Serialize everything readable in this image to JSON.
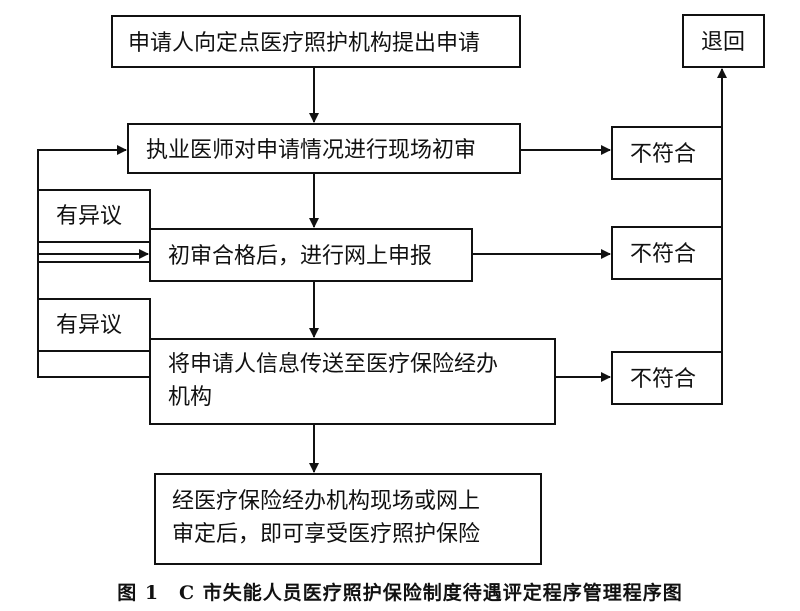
{
  "nodes": {
    "apply": "申请人向定点医疗照护机构提出申请",
    "first_review": "执业医师对申请情况进行现场初审",
    "online_report": "初审合格后，进行网上申报",
    "transfer_line1": "将申请人信息传送至医疗保险经办",
    "transfer_line2": "机构",
    "final_line1": "经医疗保险经办机构现场或网上",
    "final_line2": "审定后，即可享受医疗照护保险",
    "reject_1": "不符合",
    "reject_2": "不符合",
    "reject_3": "不符合",
    "return": "退回",
    "objection_1": "有异议",
    "objection_2": "有异议"
  },
  "caption": "图 1　C 市失能人员医疗照护保险制度待遇评定程序管理程序图"
}
